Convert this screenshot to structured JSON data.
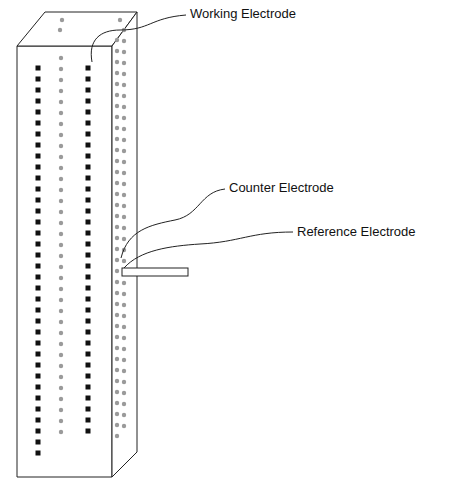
{
  "diagram": {
    "labels": [
      "Working Electrode",
      "Counter Electrode",
      "Reference Electrode"
    ]
  }
}
